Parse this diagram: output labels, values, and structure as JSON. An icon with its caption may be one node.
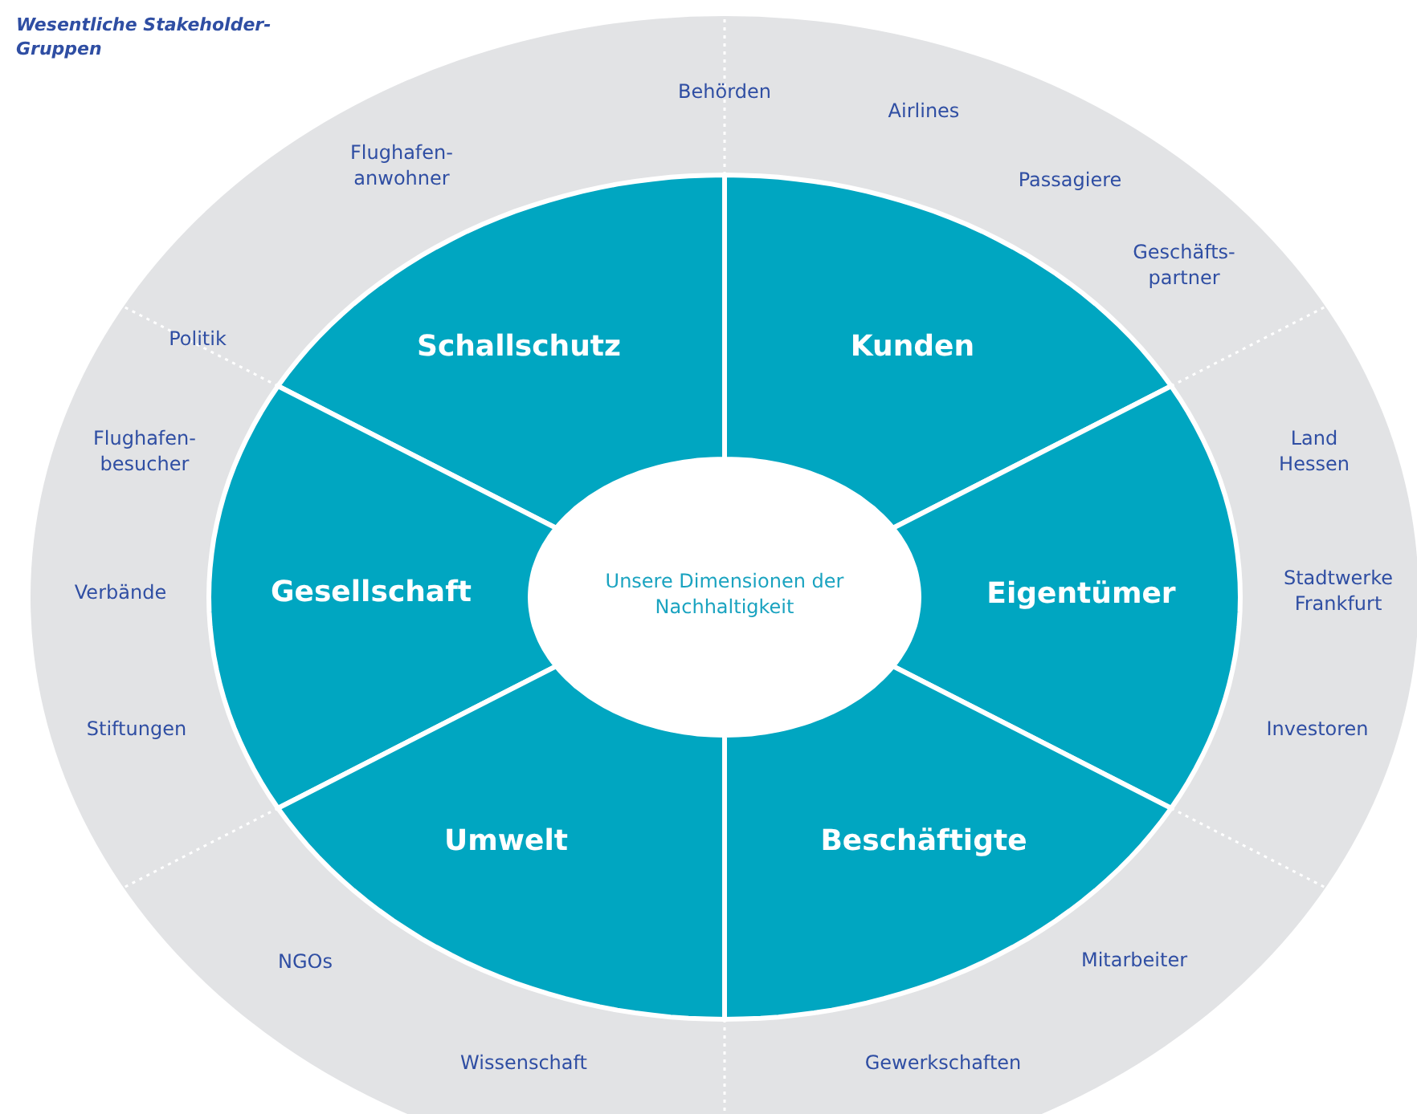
{
  "diagram": {
    "title": "Wesentliche Stakeholder-Gruppen",
    "nodes": [
      {
        "text": [
          "Schallschutz"
        ]
      },
      {
        "text": [
          "Kunden"
        ]
      },
      {
        "text": [
          "Gesellschaft"
        ]
      },
      {
        "text": [
          "Unsere Dimensionen der Nachhaltigkeit"
        ]
      },
      {
        "text": [
          "Eigentümer"
        ]
      },
      {
        "text": [
          "Umwelt"
        ]
      },
      {
        "text": [
          "Beschäftigte"
        ]
      }
    ],
    "labels": [
      "Behörden",
      "Airlines",
      "Flughafen- anwohner",
      "Passagiere",
      "Geschäfts- partner",
      "Politik",
      "Flughafen- besucher",
      "Land Hessen",
      "Verbände",
      "Stadtwerke Frankfurt",
      "Stiftungen",
      "Investoren",
      "NGOs",
      "Mitarbeiter",
      "Wissenschaft",
      "Gewerkschaften"
    ]
  }
}
